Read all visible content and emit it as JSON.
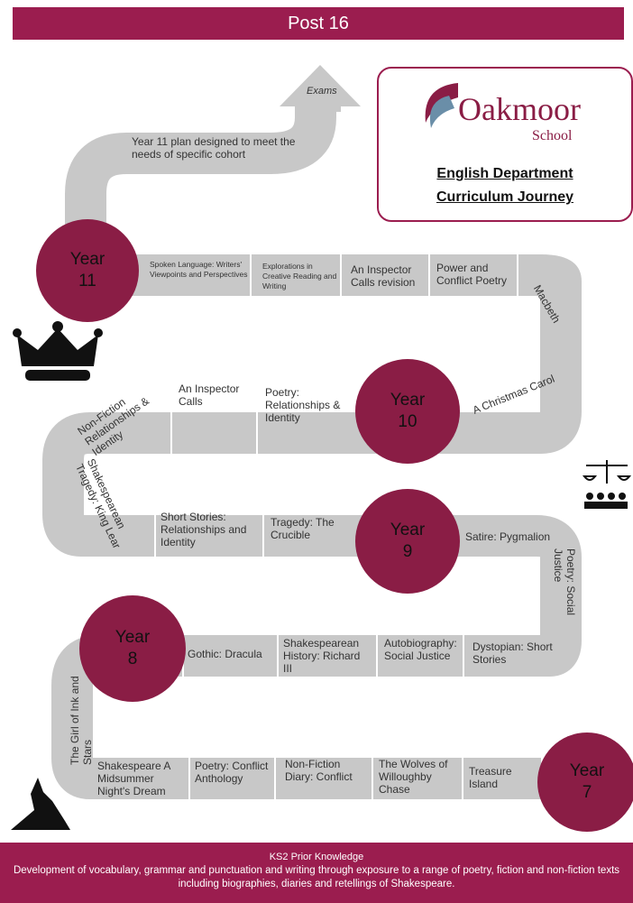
{
  "header": {
    "title": "Post 16"
  },
  "logo": {
    "name": "Oakmoor",
    "sub": "School",
    "dept_line1": "English Department",
    "dept_line2": "Curriculum  Journey"
  },
  "arrow": {
    "label": "Exams"
  },
  "year11_plan": "Year 11 plan designed to meet the needs of specific cohort",
  "years": {
    "y11": [
      "Year",
      "11"
    ],
    "y10": [
      "Year",
      "10"
    ],
    "y9": [
      "Year",
      "9"
    ],
    "y8": [
      "Year",
      "8"
    ],
    "y7": [
      "Year",
      "7"
    ]
  },
  "row11": {
    "spoken": "Spoken Language: Writers' Viewpoints and Perspectives",
    "explorations": "Explorations in Creative Reading and Writing",
    "inspector_rev": "An Inspector Calls revision",
    "power": "Power and Conflict Poetry",
    "macbeth": "Macbeth"
  },
  "row10": {
    "christmas": "A Christmas Carol",
    "poetry": "Poetry: Relationships & Identity",
    "inspector": "An Inspector Calls",
    "nonfiction": "Non-Fiction Relationships & Identity",
    "kinglear": "Shakespearean Tragedy: King Lear"
  },
  "row9": {
    "short": "Short Stories: Relationships and Identity",
    "crucible": "Tragedy: The Crucible",
    "pygmalion": "Satire: Pygmalion",
    "social": "Poetry: Social Justice"
  },
  "row8": {
    "dystopian": "Dystopian: Short Stories",
    "autobio": "Autobiography: Social Justice",
    "richard": "Shakespearean History: Richard III",
    "dracula": "Gothic: Dracula",
    "girl": "The Girl of Ink and Stars"
  },
  "row7": {
    "treasure": "Treasure Island",
    "wolves": "The Wolves of Willoughby Chase",
    "diary": "Non-Fiction Diary: Conflict",
    "anthology": "Poetry: Conflict Anthology",
    "midsummer": "Shakespeare A Midsummer Night's Dream"
  },
  "footer": {
    "heading": "KS2 Prior Knowledge",
    "text": "Development of vocabulary, grammar and punctuation and writing through exposure to a range of poetry, fiction and non-fiction texts including biographies, diaries and retellings of Shakespeare."
  },
  "colors": {
    "brand": "#9b1d4f",
    "road": "#c8c8c8",
    "circle": "#8a1d45"
  }
}
